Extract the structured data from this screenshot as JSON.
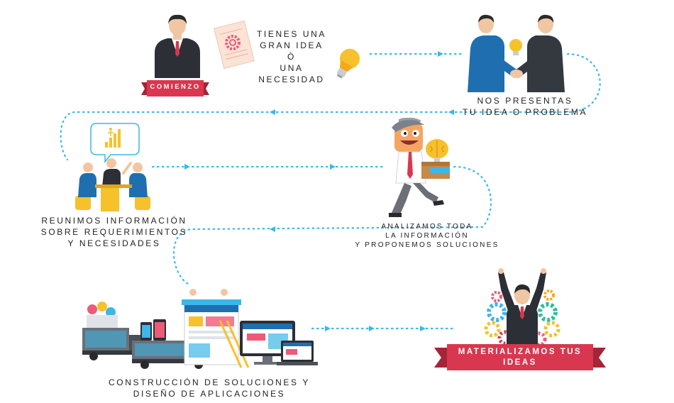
{
  "colors": {
    "accent": "#d9374f",
    "dots": "#3bb7e8",
    "suit": "#2c2f36",
    "blue": "#1f6fb0",
    "yellow": "#f6c12b"
  },
  "steps": {
    "start": {
      "banner": "COMIENZO",
      "icon": "businessman-icon"
    },
    "idea": {
      "lines": [
        "TIENES UNA",
        "GRAN IDEA",
        "Ò",
        "UNA",
        "NECESIDAD"
      ],
      "icon": "lightbulb-icon"
    },
    "present": {
      "lines": [
        "NOS PRESENTAS",
        "TU IDEA O PROBLEMA"
      ],
      "icon": "handshake-icon"
    },
    "gather": {
      "lines": [
        "REUNIMOS INFORMACIÓN",
        "SOBRE REQUERIMIENTOS",
        "Y NECESIDADES"
      ],
      "icon": "meeting-icon"
    },
    "analyze": {
      "lines": [
        "ANALIZAMOS TODA",
        "LA INFORMACIÓN",
        "Y PROPONEMOS SOLUCIONES"
      ],
      "icon": "analyst-icon"
    },
    "build": {
      "lines": [
        "CONSTRUCCIÓN DE SOLUCIONES Y",
        "DISEÑO DE APLICACIONES"
      ],
      "icon": "construction-icon"
    },
    "finish": {
      "banner_lines": [
        "MATERIALIZAMOS TUS",
        "IDEAS"
      ],
      "icon": "celebrating-man-icon"
    }
  }
}
